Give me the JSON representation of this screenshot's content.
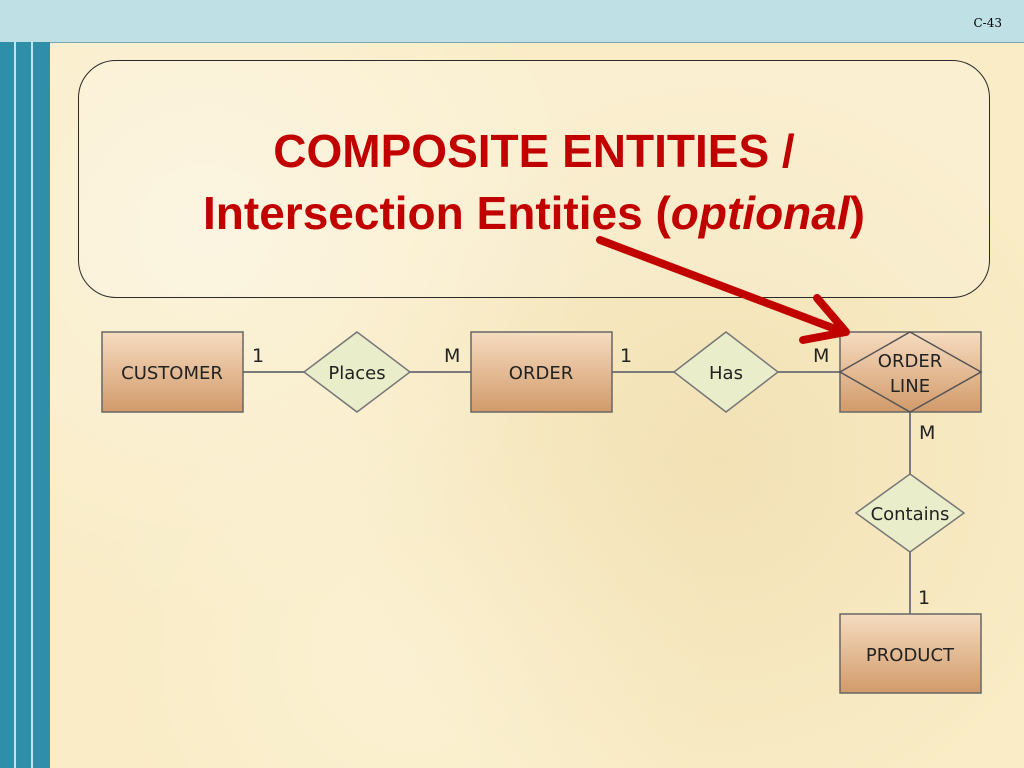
{
  "slide_number": "C-43",
  "title": {
    "line1": "COMPOSITE  ENTITIES /",
    "line2_prefix": "Intersection Entities (",
    "line2_italic": "optional",
    "line2_suffix": ")"
  },
  "colors": {
    "title": "#c10000",
    "arrow": "#c10000",
    "entity_fill_top": "#f6dcc0",
    "entity_fill_bottom": "#d19a6a",
    "relationship_fill": "#e9edc9",
    "sidebar": "#2f8fa9",
    "topbar": "#bfe1e6"
  },
  "diagram": {
    "entities": {
      "customer": "CUSTOMER",
      "order": "ORDER",
      "order_line_1": "ORDER",
      "order_line_2": "LINE",
      "product": "PRODUCT"
    },
    "relationships": {
      "places": "Places",
      "has": "Has",
      "contains": "Contains"
    },
    "cardinalities": {
      "customer_places": "1",
      "places_order": "M",
      "order_has": "1",
      "has_order_line": "M",
      "order_line_contains": "M",
      "contains_product": "1"
    }
  }
}
